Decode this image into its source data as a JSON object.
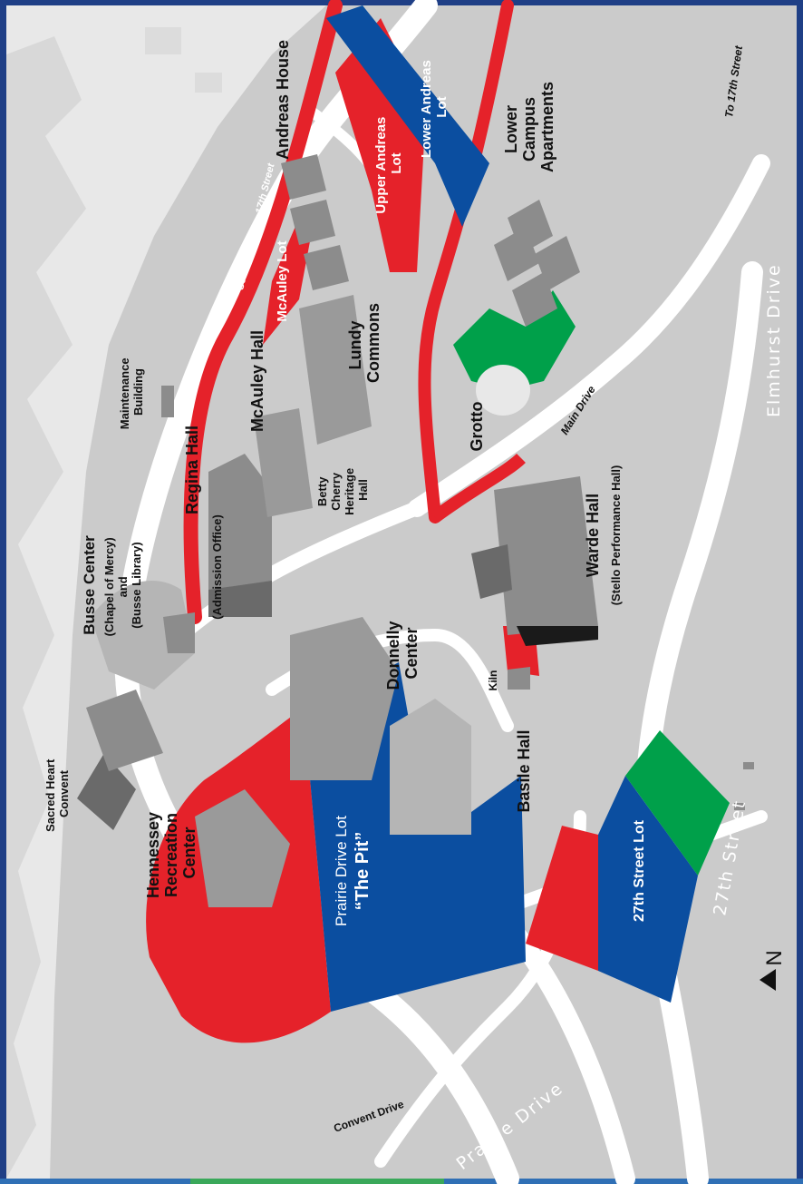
{
  "map": {
    "buildings": {
      "sacred_heart": [
        "Sacred Heart",
        "Convent"
      ],
      "hennessey": [
        "Hennessey",
        "Recreation",
        "Center"
      ],
      "busse": [
        "Busse Center",
        "(Chapel of Mercy)",
        "and",
        "(Busse Library)"
      ],
      "regina": [
        "Regina Hall",
        "(Admission Office)"
      ],
      "maintenance": [
        "Maintenance",
        "Building"
      ],
      "mcauley_hall": "McAuley Hall",
      "betty_cherry": [
        "Betty",
        "Cherry",
        "Heritage",
        "Hall"
      ],
      "lundy": [
        "Lundy",
        "Commons"
      ],
      "andreas_house": "Andreas House",
      "donnelly": [
        "Donnelly",
        "Center"
      ],
      "basile": "Basile Hall",
      "kiln": "Kiln",
      "warde": [
        "Warde Hall",
        "(Stello Performance Hall)"
      ],
      "grotto": "Grotto",
      "lower_campus": [
        "Lower",
        "Campus",
        "Apartments"
      ]
    },
    "lots": {
      "prairie_drive_lot": [
        "Prairie Drive Lot",
        "“The Pit”"
      ],
      "street27_lot": "27th Street Lot",
      "mcauley_lot": "McAuley Lot",
      "upper_andreas_lot": [
        "Upper Andreas",
        "Lot"
      ],
      "lower_andreas_lot": [
        "Lower Andreas",
        "Lot"
      ]
    },
    "roads": {
      "service_drive": "Service Drive to 17th Street",
      "main_drive": "Main Drive",
      "convent_drive": "Convent Drive",
      "prairie_drive": "Prairie Drive",
      "street_27th": "27th Street",
      "elmhurst_drive": "Elmhurst Drive",
      "to_17th": "To 17th Street"
    },
    "north_label": "N",
    "colors": {
      "frame": "#1f3f86",
      "ground": "#cbcbcb",
      "road": "#ffffff",
      "lot_red": "#e5222a",
      "lot_blue": "#0b4ea0",
      "lot_green": "#00a04a",
      "building_light": "#b5b5b5",
      "building_mid": "#8c8c8c",
      "building_dark": "#6a6a6a"
    }
  }
}
